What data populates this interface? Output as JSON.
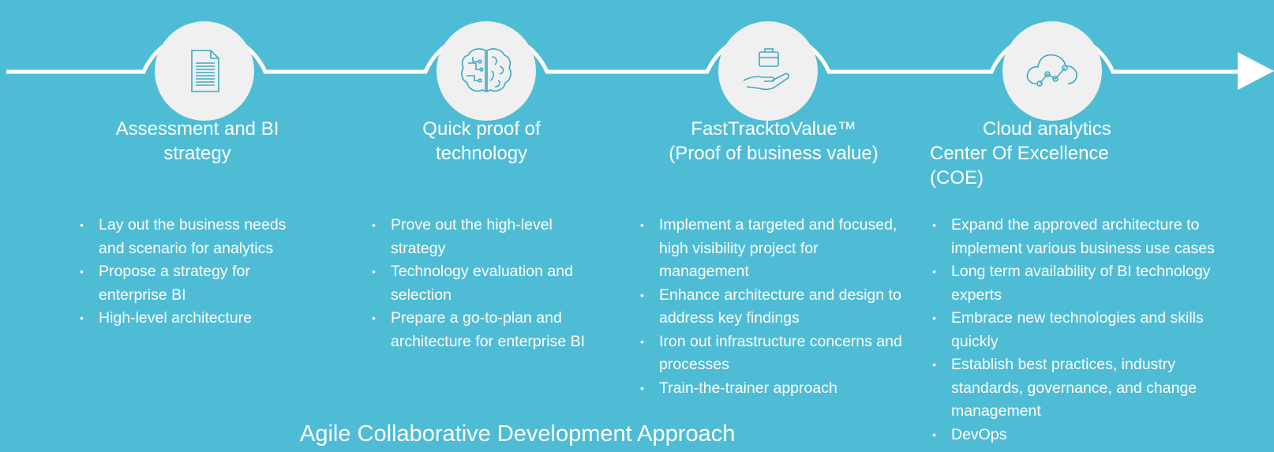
{
  "colors": {
    "background": "#4fbcd6",
    "line": "#ffffff",
    "icon_bg": "#f0f0f0",
    "icon_stroke": "#3fa8c4"
  },
  "stages": [
    {
      "icon": "document-icon",
      "title": [
        "Assessment and BI",
        "strategy"
      ],
      "bullets": [
        "Lay out the business needs and scenario for analytics",
        "Propose a strategy for enterprise BI",
        "High-level architecture"
      ]
    },
    {
      "icon": "brain-circuit-icon",
      "title": [
        "Quick proof of",
        "technology"
      ],
      "bullets": [
        "Prove out the high-level strategy",
        "Technology evaluation and selection",
        "Prepare a go-to-plan and architecture for enterprise BI"
      ]
    },
    {
      "icon": "hand-briefcase-icon",
      "title": [
        "FastTracktoValue™",
        "(Proof of business value)"
      ],
      "bullets": [
        "Implement a targeted and focused, high visibility project for management",
        "Enhance architecture and design to address key findings",
        "Iron out infrastructure concerns and processes",
        "Train-the-trainer approach"
      ]
    },
    {
      "icon": "cloud-analytics-icon",
      "title": [
        "Cloud analytics",
        "Center Of Excellence",
        "(COE)"
      ],
      "bullets": [
        "Expand the approved architecture to implement various business use cases",
        "Long term availability of BI technology experts",
        "Embrace new technologies and skills quickly",
        "Establish best practices, industry standards, governance, and change management",
        "DevOps"
      ]
    }
  ],
  "footer": "Agile Collaborative Development Approach"
}
